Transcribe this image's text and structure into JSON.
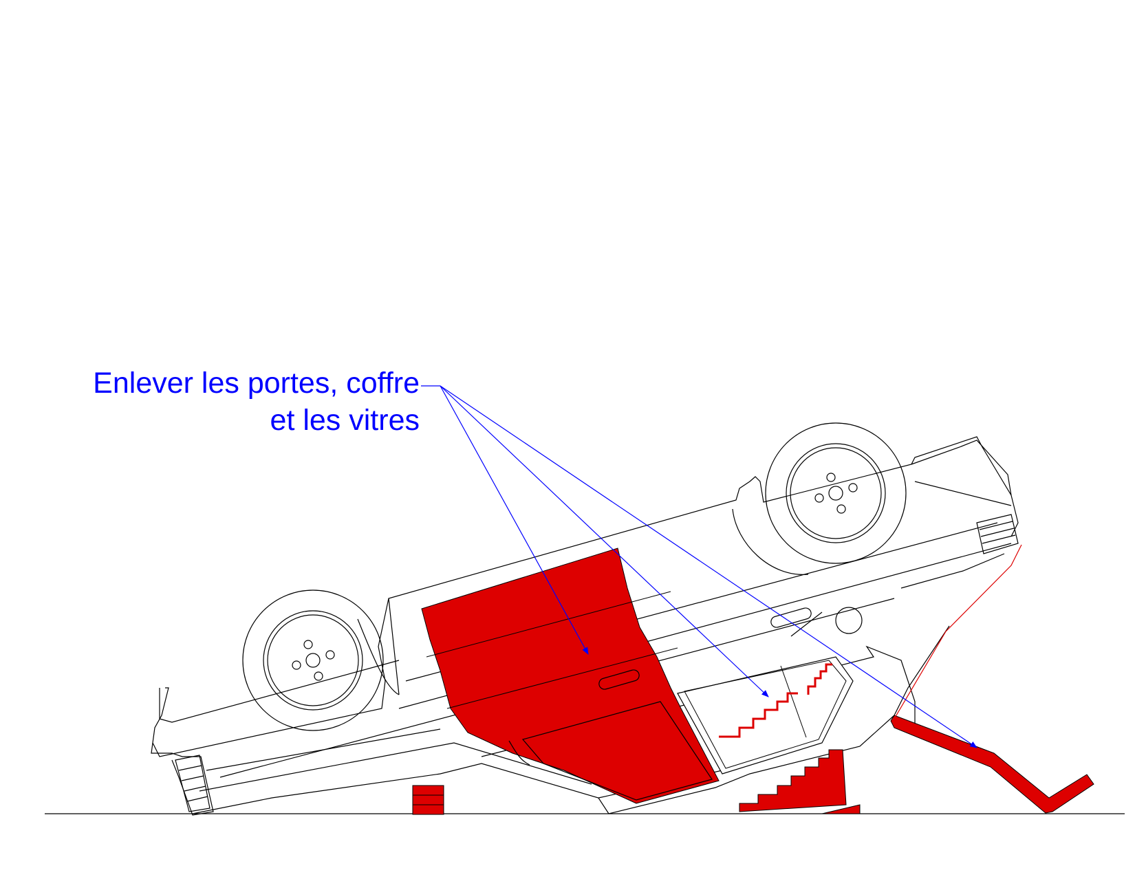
{
  "annotation": {
    "line1": "Enlever les portes, coffre",
    "line2": "et les vitres"
  },
  "colors": {
    "annotation_text": "#0000ff",
    "leader_lines": "#0000ff",
    "removed_parts": "#dd0000",
    "outline": "#000000",
    "background": "#ffffff"
  },
  "illustration": {
    "subject": "overturned-car-side-view",
    "highlighted_parts": [
      "door",
      "window-glass",
      "rear-window",
      "trunk-lid",
      "step-chocks",
      "wheel-block"
    ]
  }
}
